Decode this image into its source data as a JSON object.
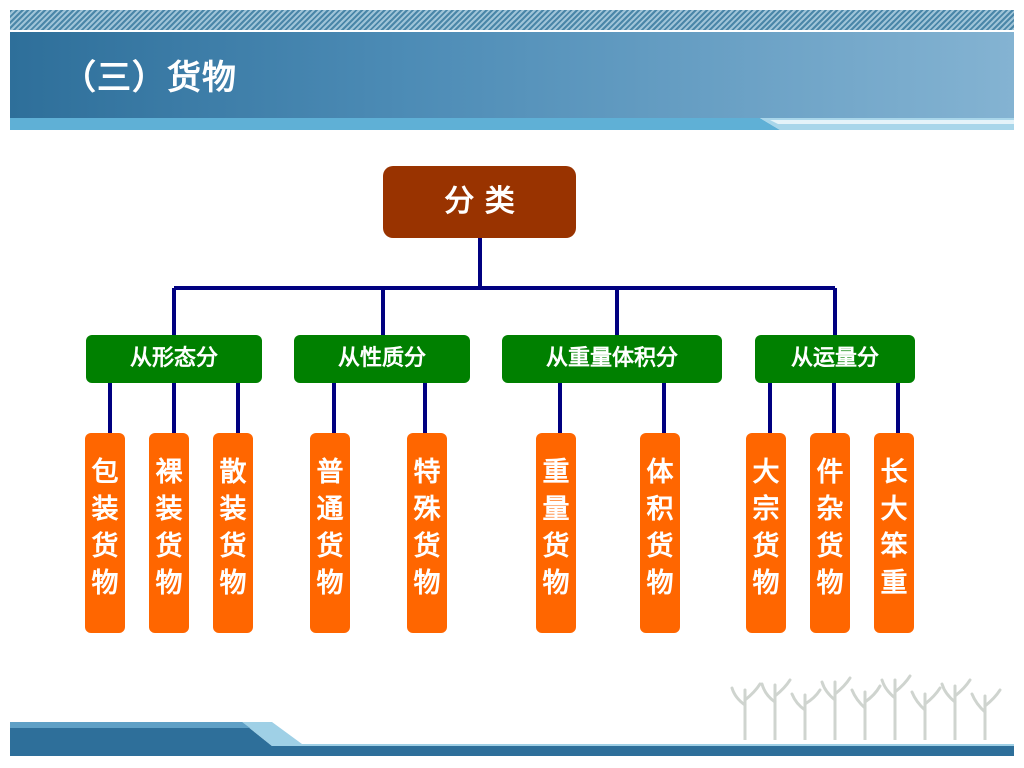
{
  "slide": {
    "title": "（三）货物"
  },
  "diagram": {
    "root": "分  类",
    "categories": [
      "从形态分",
      "从性质分",
      "从重量体积分",
      "从运量分"
    ],
    "leaves": [
      "包装货物",
      "裸装货物",
      "散装货物",
      "普通货物",
      "特殊货物",
      "重量货物",
      "体积货物",
      "大宗货物",
      "件杂货物",
      "长大笨重"
    ]
  },
  "colors": {
    "root": "#993300",
    "category": "#008000",
    "leaf": "#FF6600",
    "connector": "#000080",
    "title_bar": "#4D8CB6"
  }
}
